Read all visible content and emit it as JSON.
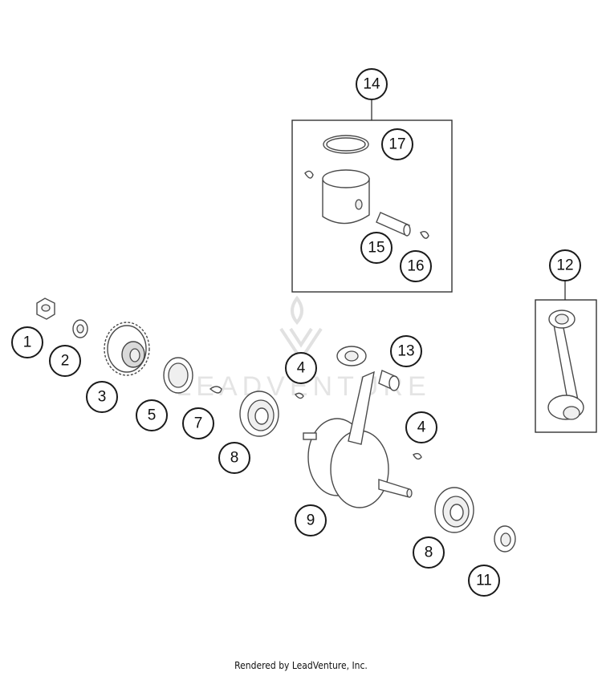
{
  "callouts": {
    "c1": "1",
    "c2": "2",
    "c3": "3",
    "c4a": "4",
    "c4b": "4",
    "c5": "5",
    "c7": "7",
    "c8a": "8",
    "c8b": "8",
    "c9": "9",
    "c11": "11",
    "c12": "12",
    "c13": "13",
    "c14": "14",
    "c15": "15",
    "c16": "16",
    "c17": "17"
  },
  "watermark": {
    "text": "LEADVENTURE"
  },
  "footer": {
    "text": "Rendered by LeadVenture, Inc."
  }
}
